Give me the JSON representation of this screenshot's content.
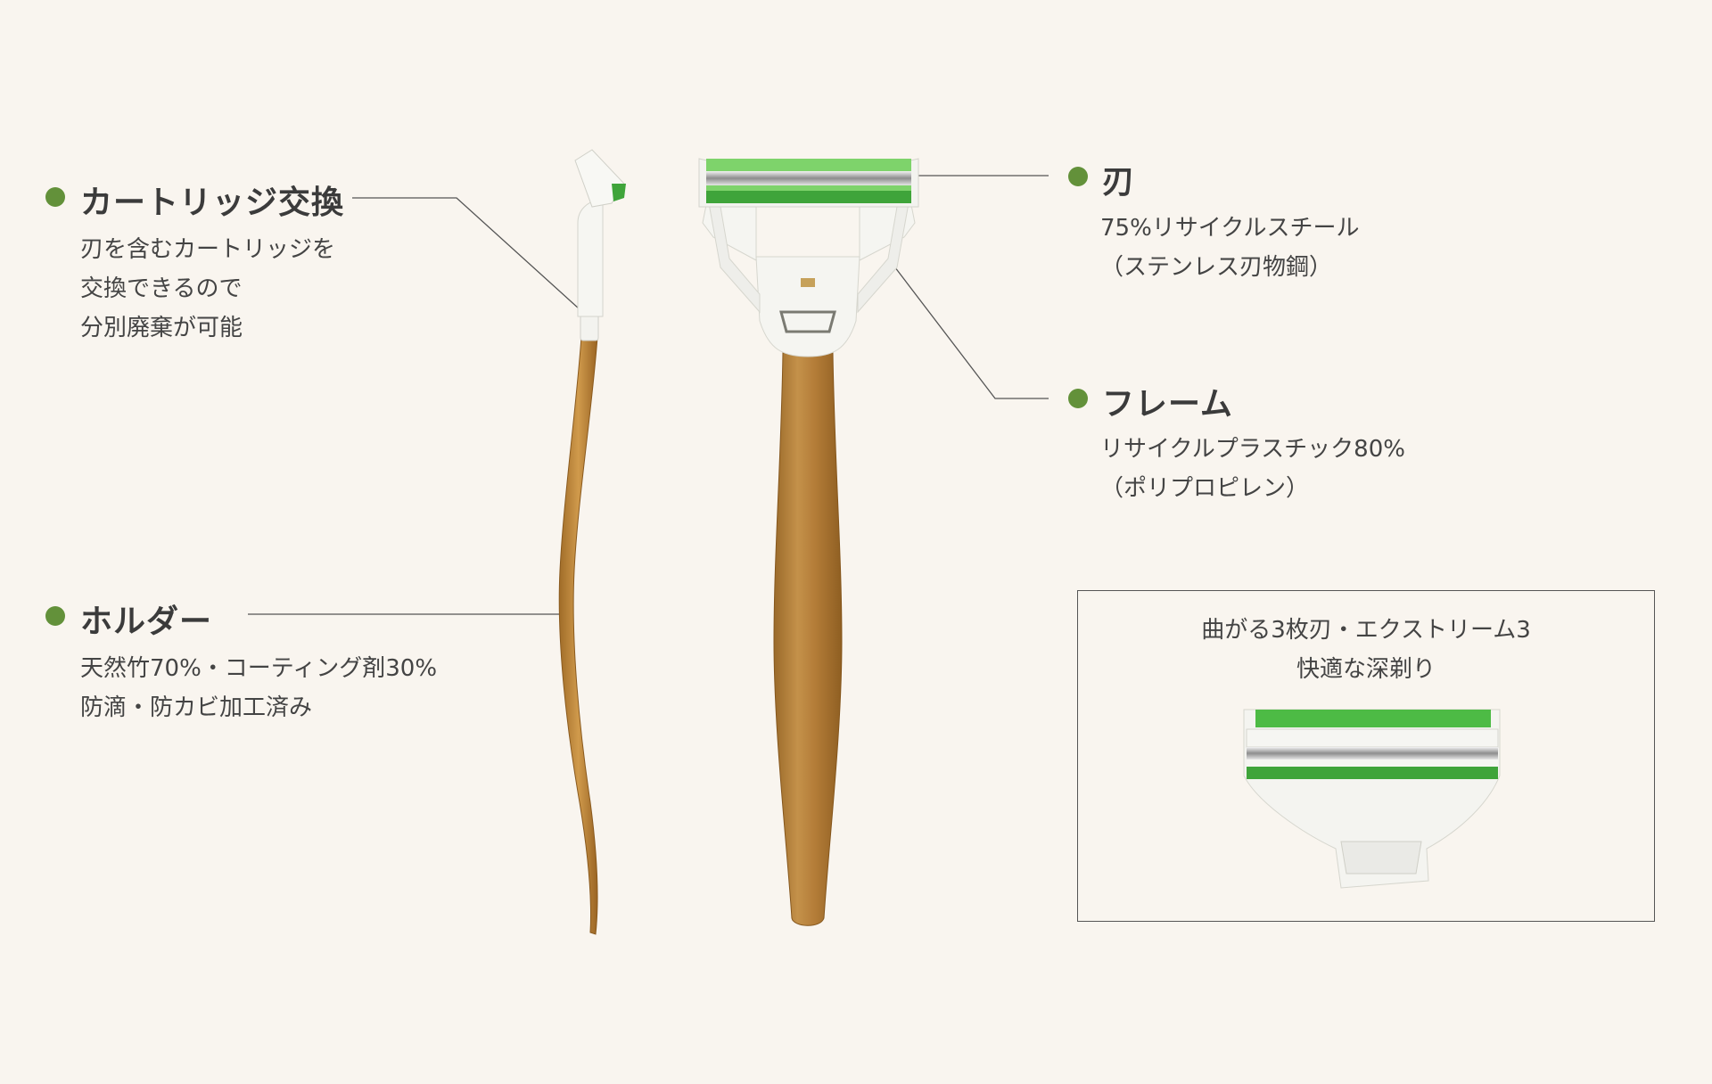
{
  "callouts": {
    "cartridge": {
      "heading": "カートリッジ交換",
      "lines": [
        "刃を含むカートリッジを",
        "交換できるので",
        "分別廃棄が可能"
      ]
    },
    "holder": {
      "heading": "ホルダー",
      "lines": [
        "天然竹70%・コーティング剤30%",
        "防滴・防カビ加工済み"
      ]
    },
    "blade": {
      "heading": "刃",
      "lines": [
        "75%リサイクルスチール",
        "（ステンレス刃物鋼）"
      ]
    },
    "frame": {
      "heading": "フレーム",
      "lines": [
        "リサイクルプラスチック80%",
        "（ポリプロピレン）"
      ]
    }
  },
  "inset": {
    "lines": [
      "曲がる3枚刃・エクストリーム3",
      "快適な深剃り"
    ]
  },
  "colors": {
    "background": "#f9f5ef",
    "accent_green": "#63913a",
    "bamboo": "#b7843c",
    "cartridge_green": "#3fa43a",
    "frame_white": "#f4f4f0"
  }
}
